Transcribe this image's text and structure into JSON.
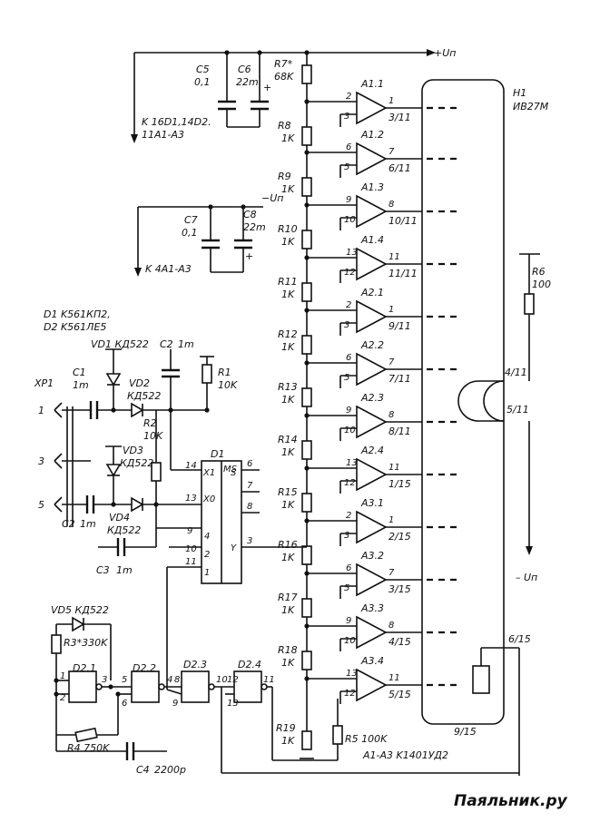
{
  "supply": {
    "pos": "+Uп",
    "neg_top": "−Uп",
    "neg_right": "– Uп"
  },
  "notes": {
    "k_power_pos": "K 16D1,14D2.",
    "k_power_pos_2": "11A1-A3",
    "k_power_neg": "K 4A1-A3",
    "d_types": "D1 K561КП2,",
    "d_types_2": "D2 K561ЛЕ5",
    "a_type": "A1-A3 K1401УД2"
  },
  "capacitors": {
    "C5": {
      "name": "C5",
      "value": "0,1"
    },
    "C6": {
      "name": "C6",
      "value": "22m"
    },
    "C7": {
      "name": "C7",
      "value": "0,1"
    },
    "C8": {
      "name": "C8",
      "value": "22m"
    },
    "C1": {
      "name": "C1",
      "value": "1m"
    },
    "C2a": {
      "name": "C2",
      "value": "1m"
    },
    "C2b": {
      "name": "C2",
      "value": "1m"
    },
    "C3": {
      "name": "C3",
      "value": "1m"
    },
    "C4": {
      "name": "C4",
      "value": "2200p"
    }
  },
  "resistors": {
    "R7": {
      "name": "R7*",
      "value": "68K"
    },
    "R8": {
      "name": "R8",
      "value": "1K"
    },
    "R9": {
      "name": "R9",
      "value": "1K"
    },
    "R10": {
      "name": "R10",
      "value": "1K"
    },
    "R11": {
      "name": "R11",
      "value": "1K"
    },
    "R12": {
      "name": "R12",
      "value": "1K"
    },
    "R13": {
      "name": "R13",
      "value": "1K"
    },
    "R14": {
      "name": "R14",
      "value": "1K"
    },
    "R15": {
      "name": "R15",
      "value": "1K"
    },
    "R16": {
      "name": "R16",
      "value": "1K"
    },
    "R17": {
      "name": "R17",
      "value": "1K"
    },
    "R18": {
      "name": "R18",
      "value": "1K"
    },
    "R19": {
      "name": "R19",
      "value": "1K"
    },
    "R1": {
      "name": "R1",
      "value": "10K"
    },
    "R2": {
      "name": "R2",
      "value": "10K"
    },
    "R3": {
      "name": "R3*330K"
    },
    "R4": {
      "name": "R4 750K"
    },
    "R5": {
      "name": "R5 100K"
    },
    "R6": {
      "name": "R6",
      "value": "100"
    }
  },
  "diodes": {
    "VD1": "VD1 КД522",
    "VD2": "VD2",
    "VD2_type": "КД522",
    "VD3": "VD3",
    "VD3_type": "КД522",
    "VD4": "VD4",
    "VD4_type": "КД522",
    "VD5": "VD5 КД522"
  },
  "connector": {
    "name": "XP1",
    "pins": [
      "1",
      "3",
      "5"
    ]
  },
  "mux": {
    "name": "D1",
    "ms": "MS",
    "in_x1": "X1",
    "in_x0": "X0",
    "sel": "S",
    "out": "Y",
    "left_pins": [
      "14",
      "13",
      "9",
      "10",
      "11"
    ],
    "left_inner": [
      "4",
      "2",
      "1"
    ],
    "right_pins": [
      "6",
      "7",
      "8",
      "3"
    ]
  },
  "gates": [
    {
      "name": "D2.1",
      "in": [
        "1",
        "2"
      ],
      "out": "3"
    },
    {
      "name": "D2.2",
      "in": [
        "5",
        "6"
      ],
      "out": "4"
    },
    {
      "name": "D2.3",
      "in": [
        "8",
        "9"
      ],
      "out": "10"
    },
    {
      "name": "D2.4",
      "in": [
        "12",
        "13"
      ],
      "out": "11"
    }
  ],
  "comparators": [
    {
      "name": "A1.1",
      "in_top": "2",
      "in_bot": "3",
      "out": "1",
      "seg": "3/11"
    },
    {
      "name": "A1.2",
      "in_top": "6",
      "in_bot": "5",
      "out": "7",
      "seg": "6/11"
    },
    {
      "name": "A1.3",
      "in_top": "9",
      "in_bot": "10",
      "out": "8",
      "seg": "10/11"
    },
    {
      "name": "A1.4",
      "in_top": "13",
      "in_bot": "12",
      "out": "11",
      "seg": "11/11"
    },
    {
      "name": "A2.1",
      "in_top": "2",
      "in_bot": "3",
      "out": "1",
      "seg": "9/11"
    },
    {
      "name": "A2.2",
      "in_top": "6",
      "in_bot": "5",
      "out": "7",
      "seg": "7/11"
    },
    {
      "name": "A2.3",
      "in_top": "9",
      "in_bot": "10",
      "out": "8",
      "seg": "8/11"
    },
    {
      "name": "A2.4",
      "in_top": "13",
      "in_bot": "12",
      "out": "11",
      "seg": "1/15"
    },
    {
      "name": "A3.1",
      "in_top": "2",
      "in_bot": "3",
      "out": "1",
      "seg": "2/15"
    },
    {
      "name": "A3.2",
      "in_top": "6",
      "in_bot": "5",
      "out": "7",
      "seg": "3/15"
    },
    {
      "name": "A3.3",
      "in_top": "9",
      "in_bot": "10",
      "out": "8",
      "seg": "4/15"
    },
    {
      "name": "A3.4",
      "in_top": "13",
      "in_bot": "12",
      "out": "11",
      "seg": "5/15"
    }
  ],
  "indicator": {
    "name": "H1",
    "type": "ИВ27М",
    "pins": {
      "filament_a": "4/11",
      "filament_b": "5/11",
      "grid": "6/15",
      "common": "9/15"
    }
  },
  "watermark": "Паяльник.ру"
}
